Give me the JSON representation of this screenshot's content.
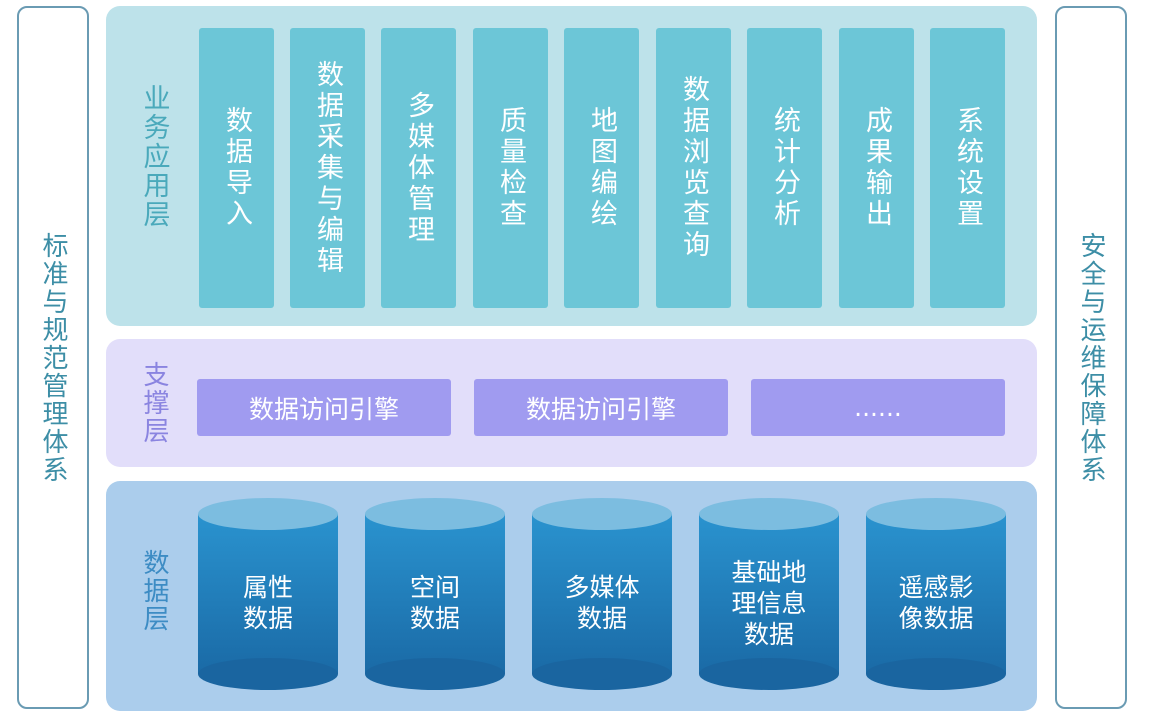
{
  "left_panel": {
    "label": "标准与规范管理体系"
  },
  "right_panel": {
    "label": "安全与运维保障体系"
  },
  "application_layer": {
    "label": "业务应用层",
    "modules": [
      "数据导入",
      "数据采集与编辑",
      "多媒体管理",
      "质量检查",
      "地图编绘",
      "数据浏览查询",
      "统计分析",
      "成果输出",
      "系统设置"
    ]
  },
  "support_layer": {
    "label": "支撑层",
    "items": [
      "数据访问引擎",
      "数据访问引擎",
      "......"
    ]
  },
  "data_layer": {
    "label": "数据层",
    "stores": [
      "属性\n数据",
      "空间\n数据",
      "多媒体\n数据",
      "基础地\n理信息\n数据",
      "遥感影\n像数据"
    ]
  },
  "colors": {
    "app_bg": "#bde2ea",
    "app_module": "#6cc6d7",
    "support_bg": "#e2defa",
    "support_item": "#a09bf0",
    "data_bg": "#abcdec",
    "cylinder": "#2a93cf"
  }
}
